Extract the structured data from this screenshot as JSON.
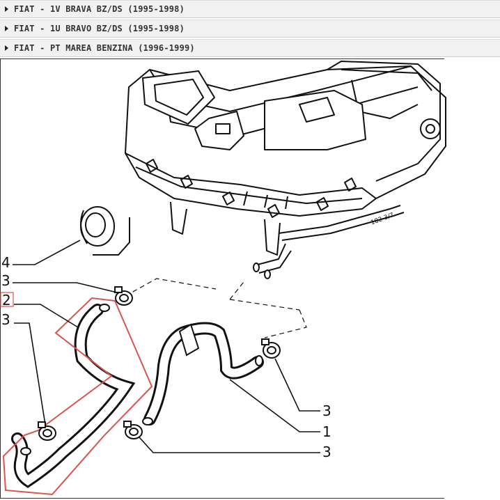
{
  "models": [
    {
      "label": "FIAT - 1V BRAVA BZ/DS (1995-1998)"
    },
    {
      "label": "FIAT - 1U BRAVO BZ/DS (1995-1998)"
    },
    {
      "label": "FIAT - PT MAREA BENZINA (1996-1999)"
    }
  ],
  "diagram": {
    "callouts": [
      "4",
      "3",
      "2",
      "3",
      "3",
      "1",
      "3"
    ],
    "housing_stamp": "182 3/7",
    "highlight_color": "#d9534f"
  }
}
